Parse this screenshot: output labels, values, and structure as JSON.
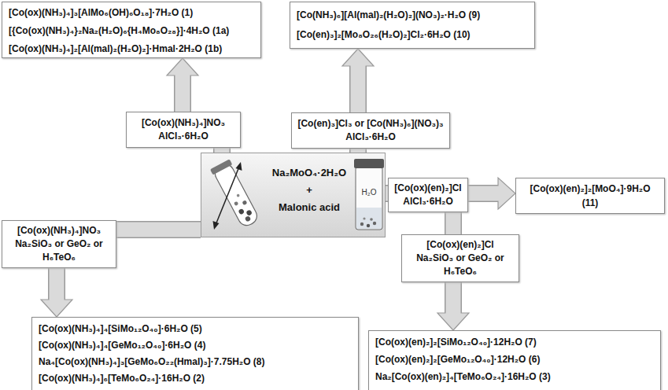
{
  "diagram": {
    "nodes": [
      {
        "text": [
          "[Co(ox)(NH₃)₄]₃[AlMo₆(OH)₆O₁₈]·7H₂O (1)",
          "[{Co(ox)(NH₃)₄}₂Na₂(H₂O)₆{H₄Mo₈O₂₈}]·4H₂O (1a)",
          "[Co(ox)(NH₃)₄]₂[Al(mal)₂(H₂O)₂]·Hmal·2H₂O (1b)"
        ]
      },
      {
        "text": [
          "[Co(ox)(NH₃)₄]NO₃",
          "AlCl₃·6H₂O"
        ]
      },
      {
        "text": [
          "[Co(NH₃)₆][Al(mal)₂(H₂O)₂](NO₃)₂·H₂O (9)",
          "[Co(en)₃]₂[Mo₈O₂₆(H₂O)₂]Cl₂·6H₂O (10)"
        ]
      },
      {
        "text": [
          "[Co(en)₃]Cl₃ or [Co(NH₃)₆](NO₃)₃",
          "AlCl₃·6H₂O"
        ]
      },
      {
        "text": [
          "Na₂MoO₄·2H₂O",
          "+",
          "Malonic acid"
        ]
      },
      {
        "text": [
          "[Co(ox)(en)₂]Cl",
          "AlCl₃·6H₂O"
        ]
      },
      {
        "text": [
          "[Co(ox)(en)₂]₂[MoO₄]·9H₂O (11)"
        ]
      },
      {
        "text": [
          "[Co(ox)(NH₃)₄]NO₃",
          "Na₂SiO₃ or GeO₂ or H₆TeO₆"
        ]
      },
      {
        "text": [
          "[Co(ox)(en)₂]Cl",
          "Na₂SiO₃ or GeO₂ or H₆TeO₆"
        ]
      },
      {
        "text": [
          "[Co(ox)(NH₃)₄]₄[SiMo₁₂O₄₀]·6H₂O (5)",
          "[Co(ox)(NH₃)₄]₄[GeMo₁₂O₄₀]·6H₂O (4)",
          "Na₄[Co(ox)(NH₃)₄]₃[GeMo₆O₂₂(Hmal)₃]·7.75H₂O (8)",
          "[Co(ox)(NH₃)₄]₆[TeMo₆O₂₄]·16H₂O (2)"
        ]
      },
      {
        "text": [
          "[Co(ox)(en)₂]₂[SiMo₁₂O₄₀]·12H₂O (7)",
          "[Co(ox)(en)₂]₂[GeMo₁₂O₄₀]·12H₂O (6)",
          "Na₂[Co(ox)(en)₂]₄[TeMo₆O₂₄]·16H₂O (3)"
        ]
      }
    ],
    "edges": [
      {
        "from": 4,
        "to": 1,
        "arrow": "none"
      },
      {
        "from": 1,
        "to": 0,
        "arrow": "to"
      },
      {
        "from": 4,
        "to": 3,
        "arrow": "none"
      },
      {
        "from": 3,
        "to": 2,
        "arrow": "to"
      },
      {
        "from": 4,
        "to": 5,
        "arrow": "none"
      },
      {
        "from": 5,
        "to": 6,
        "arrow": "to"
      },
      {
        "from": 4,
        "to": 8,
        "arrow": "none"
      },
      {
        "from": 8,
        "to": 10,
        "arrow": "to"
      },
      {
        "from": 4,
        "to": 7,
        "arrow": "none"
      },
      {
        "from": 7,
        "to": 9,
        "arrow": "to"
      }
    ],
    "labels": [
      "H₂O"
    ]
  }
}
